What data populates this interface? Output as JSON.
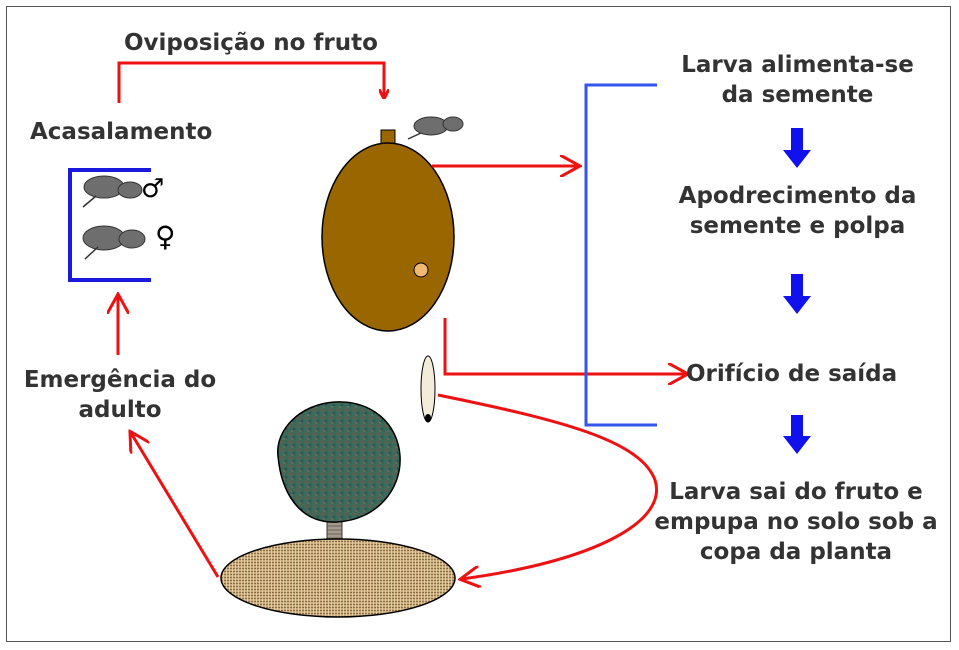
{
  "labels": {
    "oviposition": "Oviposição no fruto",
    "mating": "Acasalamento",
    "emergence": [
      "Emergência do",
      "adulto"
    ],
    "larva_feeds": [
      "Larva alimenta-se",
      "da semente"
    ],
    "rotting": [
      "Apodrecimento da",
      "semente e polpa"
    ],
    "exit_hole": "Orifício de saída",
    "pupation": [
      "Larva sai do fruto e",
      "empupa no solo sob a",
      "copa da planta"
    ]
  },
  "symbols": {
    "male": "♂",
    "female": "♀"
  },
  "colors": {
    "red_arrow": "#ee1111",
    "blue_arrow": "#1111ee",
    "bracket_blue": "#3355ee",
    "mating_box_blue": "#1a1add",
    "fruit": "#9a6600",
    "insect": "#6e6e6e",
    "text": "#333333",
    "soil": "#c8a878",
    "tree_crown": "#3e6e5a",
    "trunk": "#9a8e80"
  }
}
